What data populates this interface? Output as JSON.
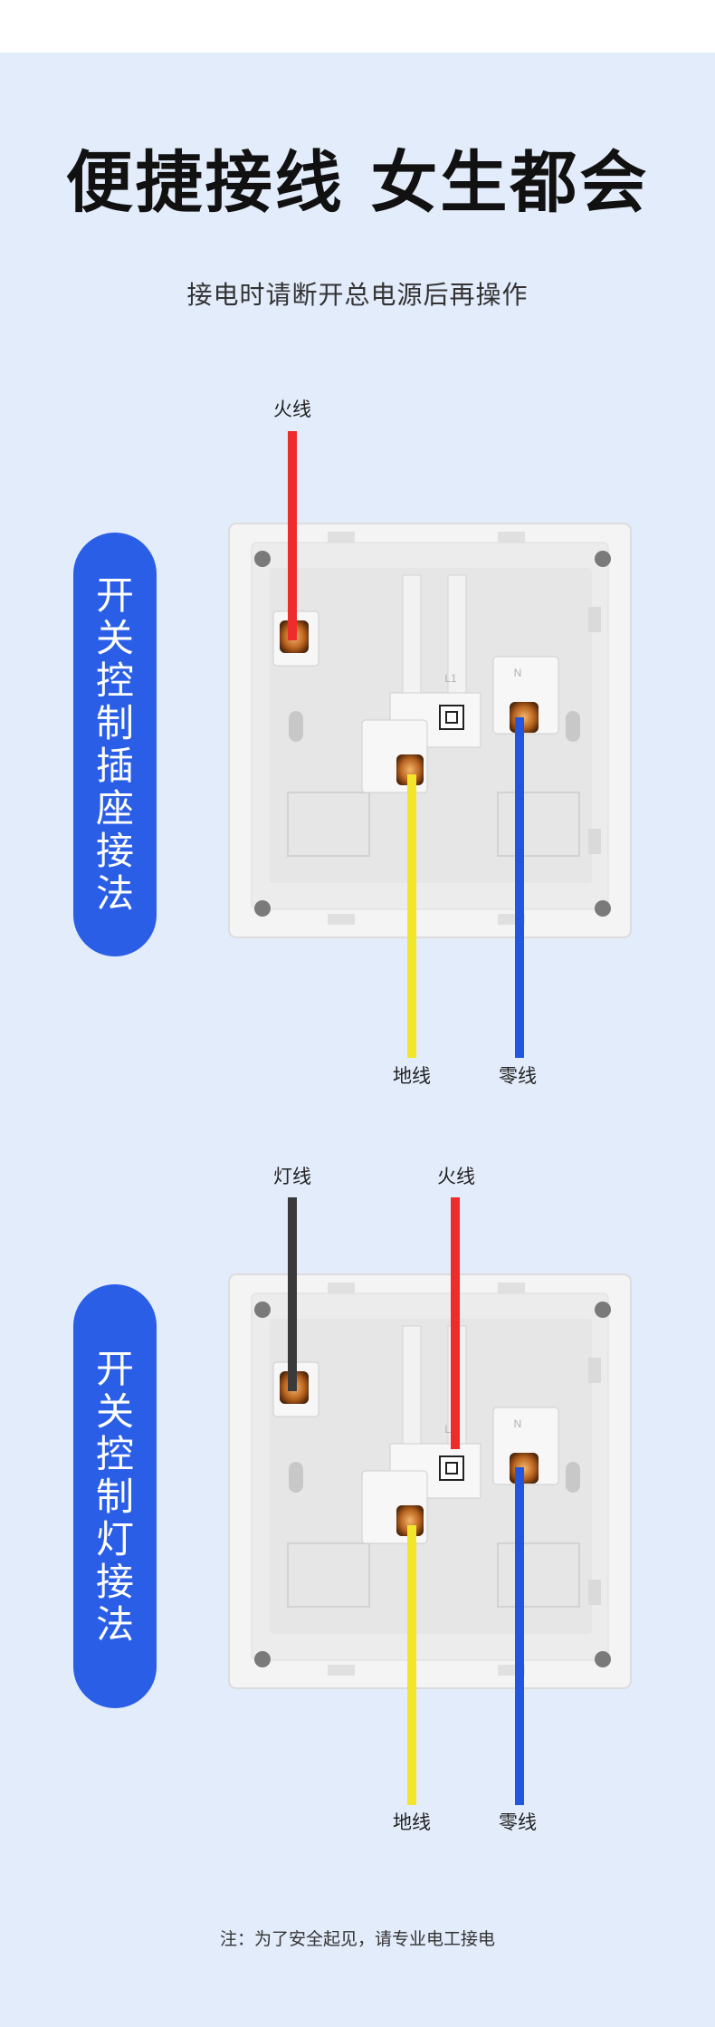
{
  "header": {
    "title": "便捷接线 女生都会",
    "subtitle": "接电时请断开总电源后再操作"
  },
  "diagram_socket": {
    "label": "开关控制插座接法",
    "wires": {
      "live": "火线",
      "earth": "地线",
      "neutral": "零线"
    },
    "terminal_marks": {
      "l1": "L1",
      "n": "N"
    }
  },
  "diagram_light": {
    "label": "开关控制灯接法",
    "wires": {
      "lamp": "灯线",
      "live": "火线",
      "earth": "地线",
      "neutral": "零线"
    },
    "terminal_marks": {
      "l1": "L1",
      "n": "N"
    }
  },
  "footer": {
    "note": "注：为了安全起见，请专业电工接电"
  },
  "colors": {
    "background": "#e3ecfb",
    "pill": "#2a5ee6",
    "live_wire": "#ee2c2c",
    "earth_wire": "#f2e62a",
    "neutral_wire": "#2356e0",
    "lamp_wire": "#3a3a3a"
  }
}
